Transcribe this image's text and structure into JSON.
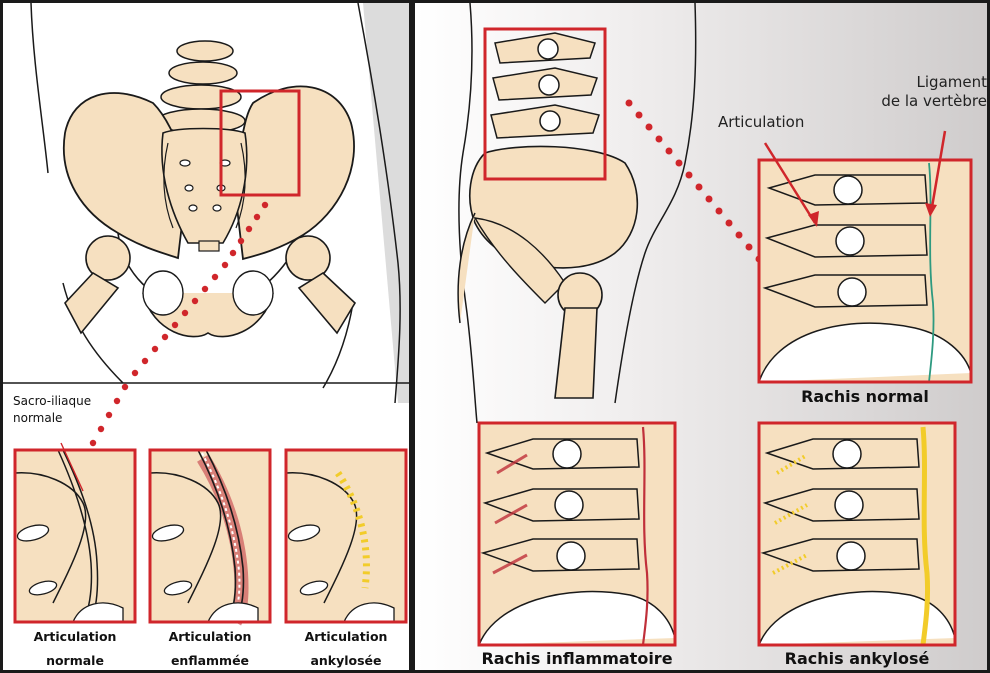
{
  "left": {
    "callout": [
      "Sacro-iliaque",
      "normale"
    ],
    "captions": [
      [
        "Articulation",
        "normale"
      ],
      [
        "Articulation",
        "enflammée"
      ],
      [
        "Articulation",
        "ankylosée"
      ]
    ]
  },
  "right": {
    "label_articulation": "Articulation",
    "label_ligament": [
      "Ligament",
      "de la vertèbre"
    ],
    "cap_normal": "Rachis normal",
    "cap_inflammatoire": "Rachis inflammatoire",
    "cap_ankylose": "Rachis ankylosé"
  },
  "colors": {
    "bone": "#f6e0c0",
    "frame_red": "#d0262b",
    "inflamed": "#c0303a",
    "ankylosis": "#f2cc2a",
    "ligament": "#2e9a80",
    "outline": "#1a1a1a"
  }
}
